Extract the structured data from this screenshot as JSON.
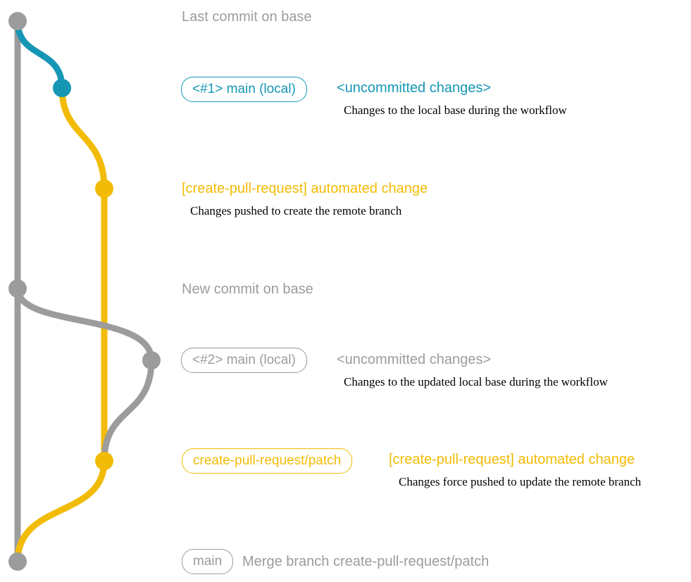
{
  "colors": {
    "gray": "#9c9c9c",
    "teal": "#1596b5",
    "yellow": "#f2bb05",
    "ink": "#000000"
  },
  "graph": {
    "type": "git-commit-graph",
    "nodes": [
      {
        "name": "last-commit-on-base",
        "color": "gray"
      },
      {
        "name": "main-local-uncommitted-1",
        "color": "teal"
      },
      {
        "name": "create-pull-request-push-1",
        "color": "yellow"
      },
      {
        "name": "new-commit-on-base",
        "color": "gray"
      },
      {
        "name": "main-local-uncommitted-2",
        "color": "gray"
      },
      {
        "name": "create-pull-request-push-2",
        "color": "yellow"
      },
      {
        "name": "merge-commit",
        "color": "gray"
      }
    ],
    "branches": [
      {
        "name": "base",
        "color": "gray"
      },
      {
        "name": "main-local",
        "color": "teal"
      },
      {
        "name": "create-pull-request-patch",
        "color": "yellow"
      }
    ]
  },
  "annotations": {
    "last_commit": "Last commit on base",
    "branch1": {
      "badge": "<#1> main (local)",
      "status": "<uncommitted changes>",
      "desc": "Changes to the local base during the workflow"
    },
    "push1": {
      "title": "[create-pull-request] automated change",
      "desc": "Changes pushed to create the remote branch"
    },
    "new_commit": "New commit on base",
    "branch2": {
      "badge": "<#2> main (local)",
      "status": "<uncommitted changes>",
      "desc": "Changes to the updated local base during the workflow"
    },
    "push2": {
      "badge": "create-pull-request/patch",
      "title": "[create-pull-request] automated change",
      "desc": "Changes force pushed to update the remote branch"
    },
    "merge": {
      "badge": "main",
      "text": "Merge branch create-pull-request/patch"
    }
  }
}
